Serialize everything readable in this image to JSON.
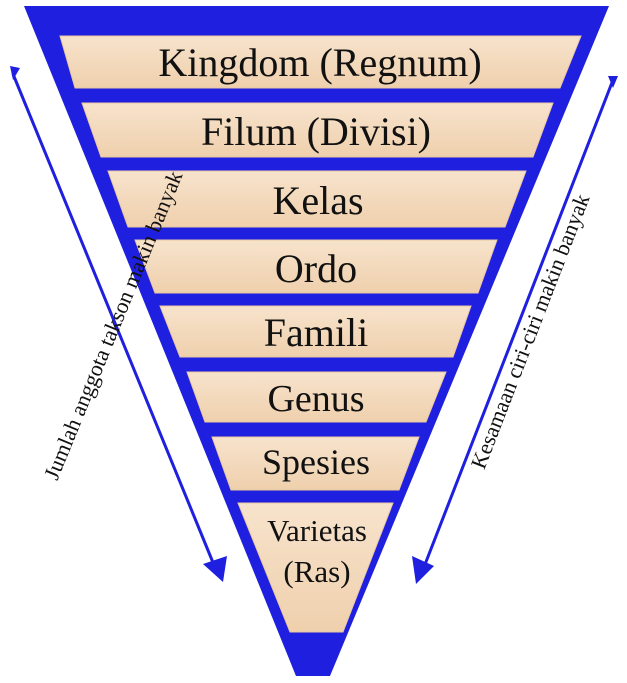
{
  "colors": {
    "frame": "#1f1fe0",
    "band": "#f5dcc0",
    "band_edge": "#e9c7a0",
    "arrow": "#1f1fe0",
    "text": "#111111"
  },
  "levels": [
    {
      "label": "Kingdom (Regnum)"
    },
    {
      "label": "Filum (Divisi)"
    },
    {
      "label": "Kelas"
    },
    {
      "label": "Ordo"
    },
    {
      "label": "Famili"
    },
    {
      "label": "Genus"
    },
    {
      "label": "Spesies"
    },
    {
      "label_lines": [
        "Varietas",
        "(Ras)"
      ]
    }
  ],
  "left_arrow": {
    "label": "Jumlah anggota takson makin banyak",
    "direction": "down-icon"
  },
  "right_arrow": {
    "label": "Kesamaan ciri-ciri makin banyak",
    "direction": "down-icon"
  }
}
